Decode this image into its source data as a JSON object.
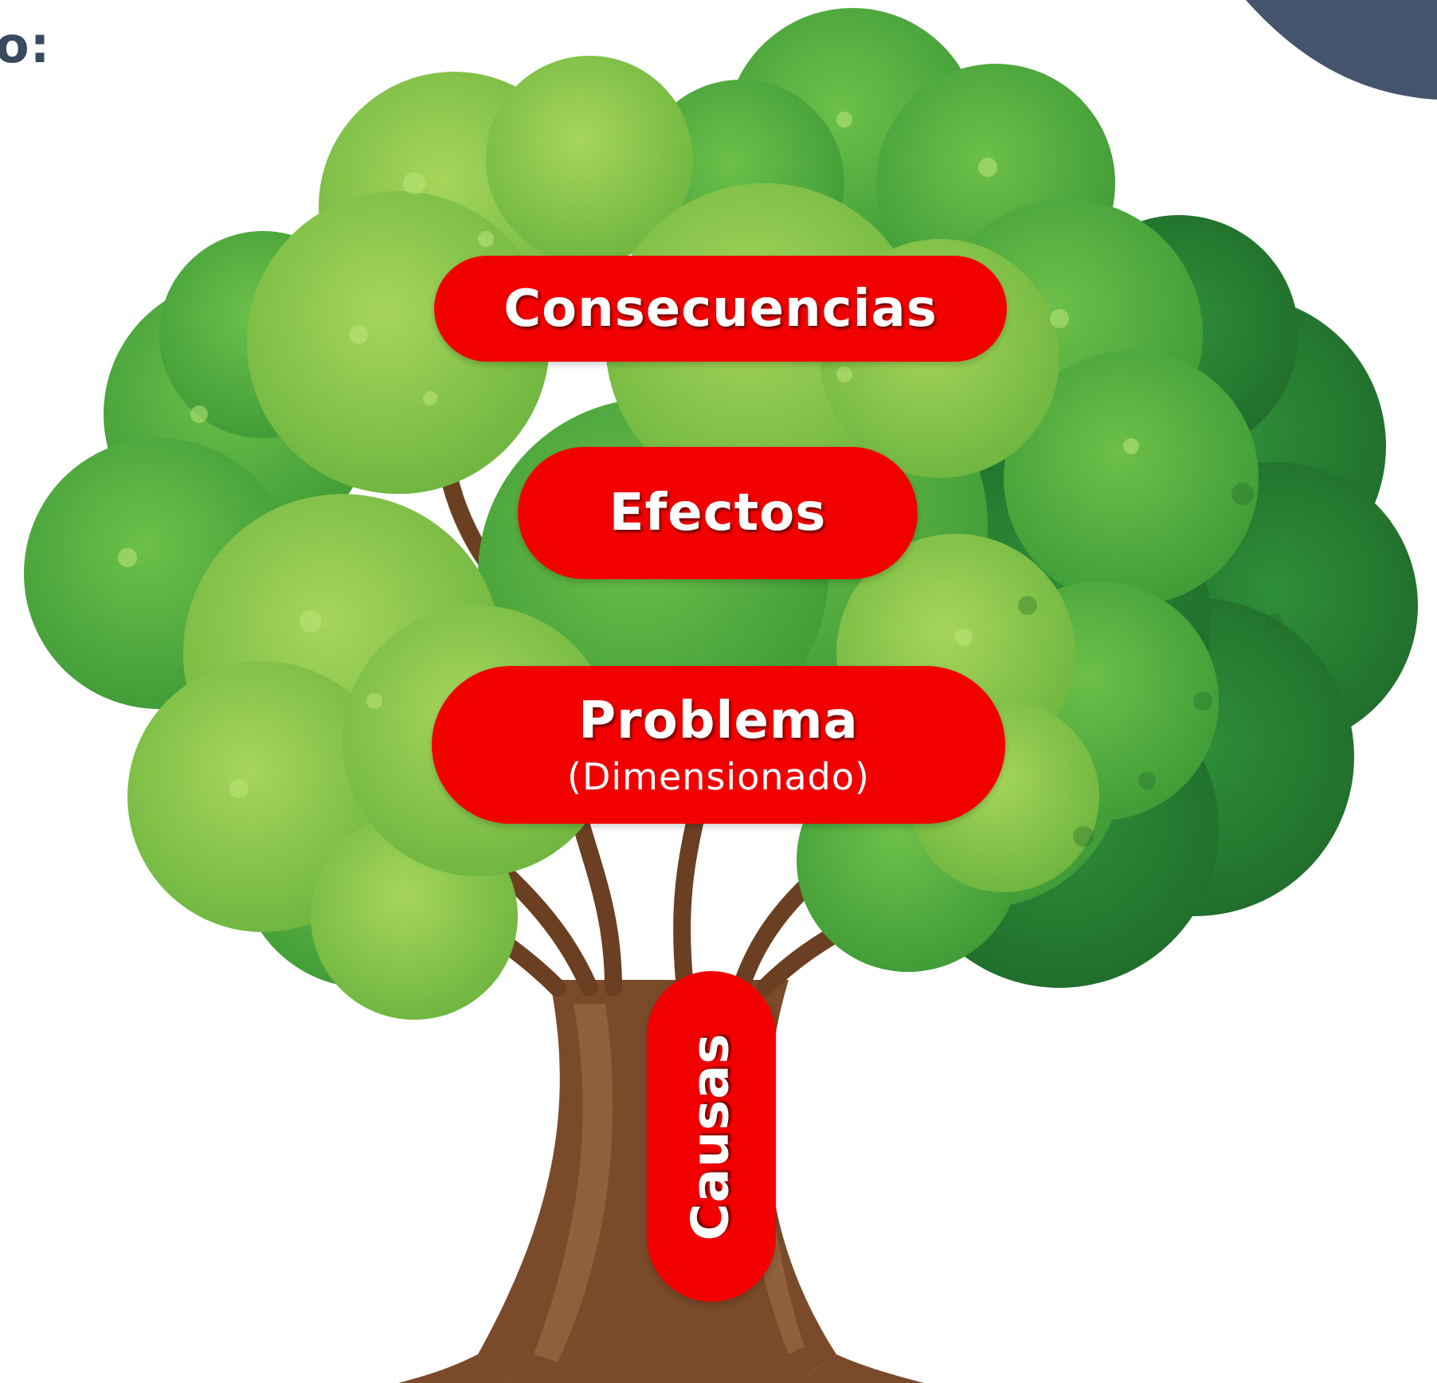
{
  "title_fragment": "o:",
  "colors": {
    "pill": "#f20000",
    "pill_text": "#ffffff",
    "title": "#3a4a5e",
    "corner_blob": "#44546c",
    "leaf_dark": "#2e7d32",
    "leaf_mid": "#4caf50",
    "leaf_light": "#8bc34a",
    "trunk": "#7a4a2a"
  },
  "diagram": {
    "consecuencias": {
      "label": "Consecuencias"
    },
    "efectos": {
      "label": "Efectos"
    },
    "problema": {
      "label": "Problema",
      "sublabel": "(Dimensionado)"
    },
    "causas": {
      "label": "Causas"
    }
  }
}
